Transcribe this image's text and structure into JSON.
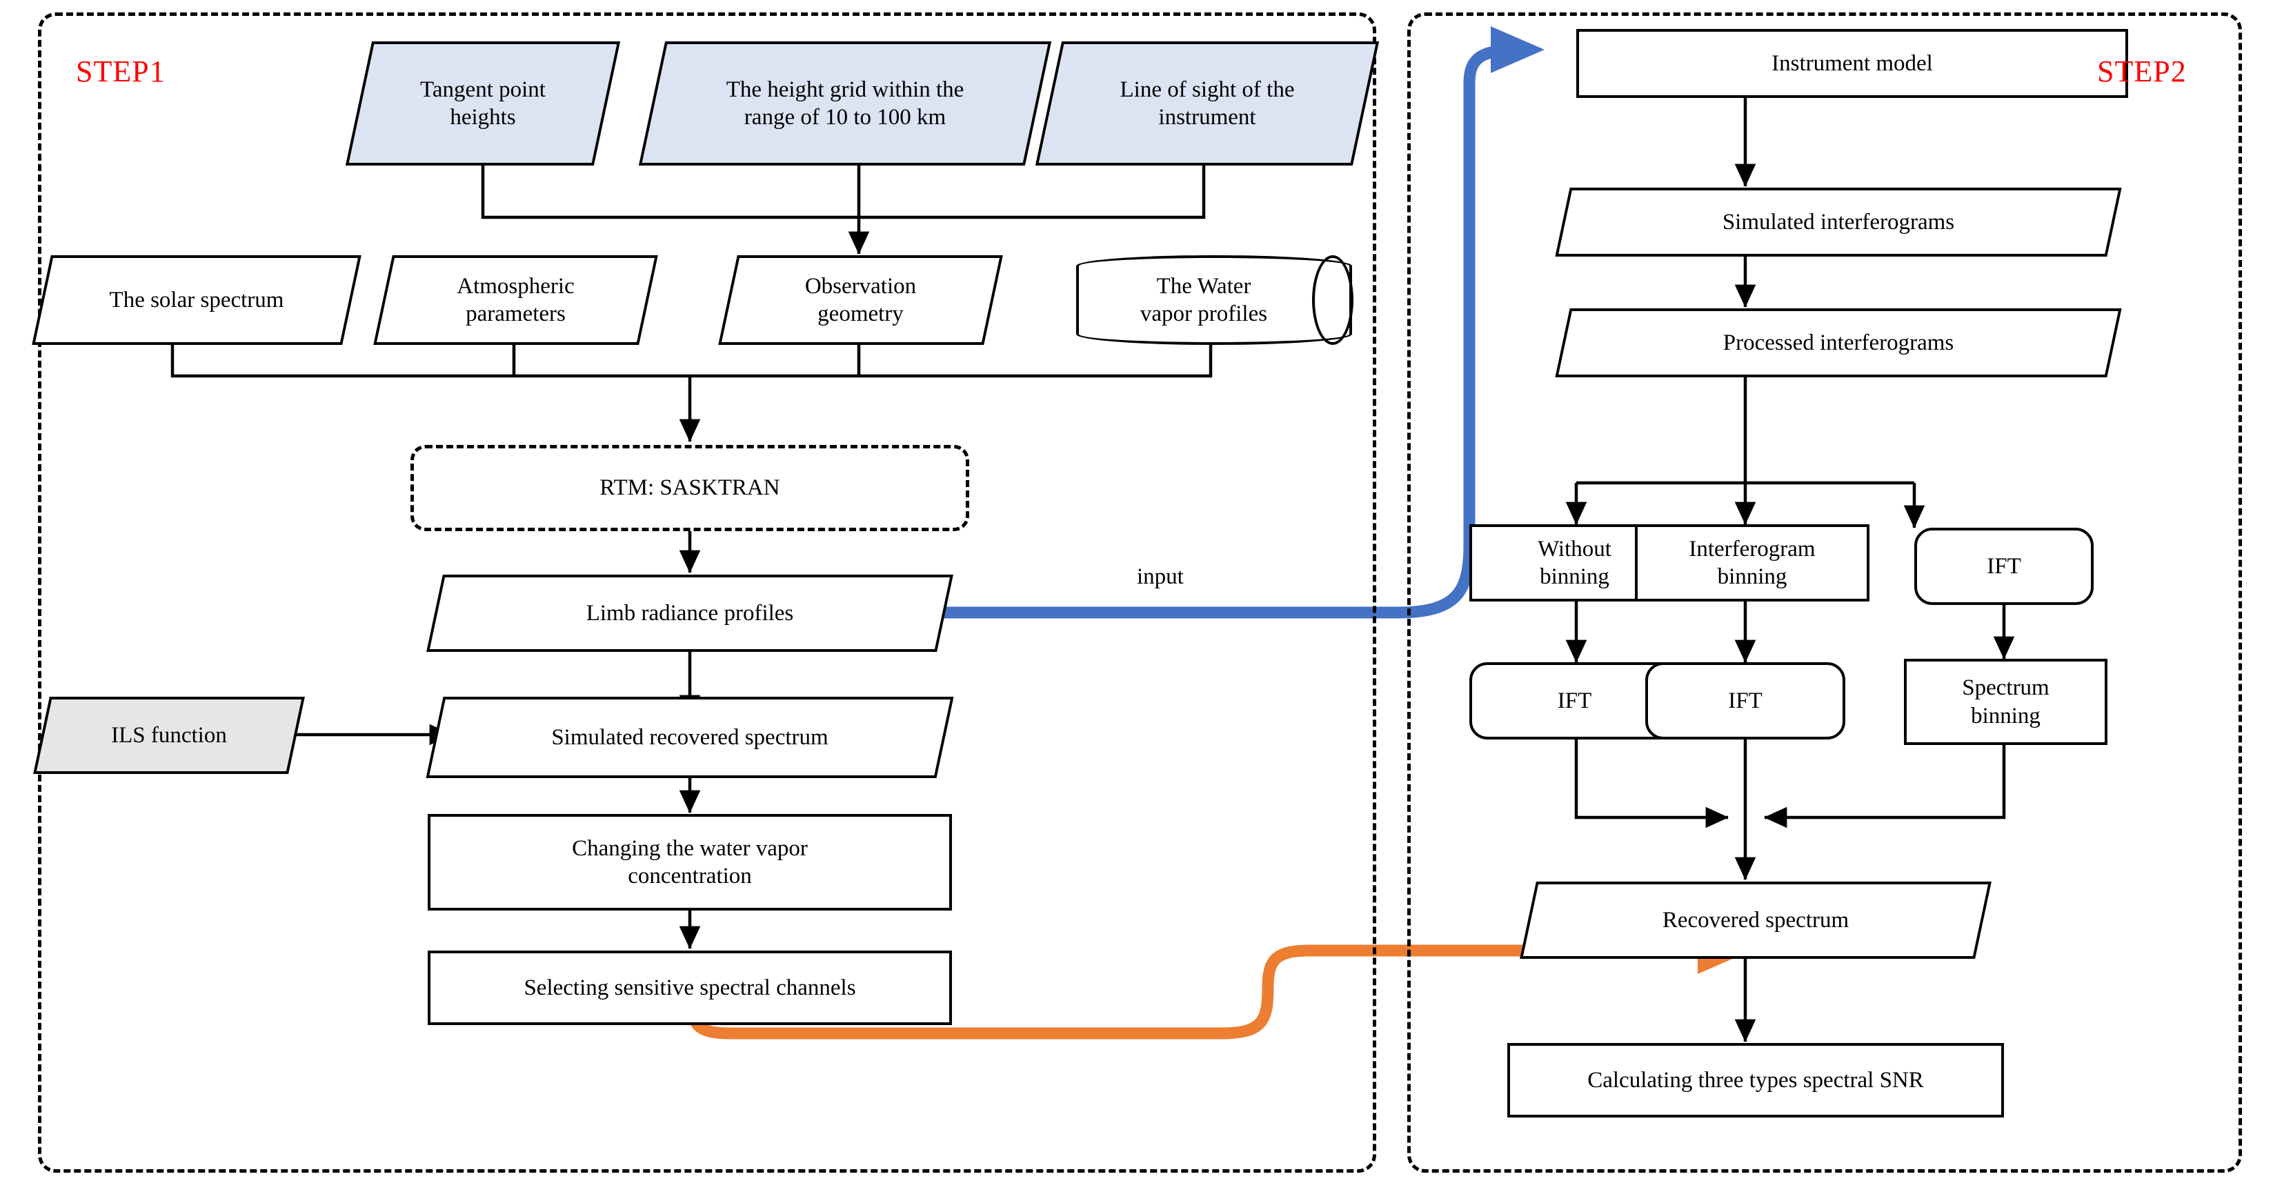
{
  "diagram": {
    "title": "Two-step water vapor limb sounding simulation workflow",
    "colors": {
      "accent_blue_arrow": "#4472c4",
      "accent_orange_arrow": "#ed7d31",
      "step_label_red": "#ff0000",
      "data_node_fill_blue": "#dce3f2",
      "ils_node_fill_gray": "#e6e6e6",
      "line_black": "#000000"
    },
    "steps": [
      {
        "id": "step1",
        "label": "STEP1"
      },
      {
        "id": "step2",
        "label": "STEP2"
      }
    ],
    "connector_labels": [
      {
        "id": "input-label",
        "text": "input"
      }
    ],
    "step1_nodes": [
      {
        "id": "tangent-point-heights",
        "shape": "parallelogram-blue",
        "text": "Tangent point\nheights"
      },
      {
        "id": "height-grid",
        "shape": "parallelogram-blue",
        "text": "The height grid within the\nrange of 10 to 100 km"
      },
      {
        "id": "line-of-sight",
        "shape": "parallelogram-blue",
        "text": "Line of sight of the\ninstrument"
      },
      {
        "id": "solar-spectrum",
        "shape": "parallelogram",
        "text": "The solar spectrum"
      },
      {
        "id": "atmospheric-parameters",
        "shape": "parallelogram",
        "text": "Atmospheric\nparameters"
      },
      {
        "id": "observation-geometry",
        "shape": "parallelogram",
        "text": "Observation\ngeometry"
      },
      {
        "id": "water-vapor-profiles",
        "shape": "cylinder",
        "text": "The Water\nvapor profiles"
      },
      {
        "id": "rtm-sasktran",
        "shape": "dashed-rounded",
        "text": "RTM: SASKTRAN"
      },
      {
        "id": "limb-radiance-profiles",
        "shape": "parallelogram",
        "text": "Limb radiance profiles"
      },
      {
        "id": "ils-function",
        "shape": "parallelogram-gray",
        "text": "ILS function"
      },
      {
        "id": "simulated-recovered-spectrum",
        "shape": "parallelogram",
        "text": "Simulated recovered spectrum"
      },
      {
        "id": "changing-water-vapor",
        "shape": "rectangle",
        "text": "Changing the water vapor\nconcentration"
      },
      {
        "id": "selecting-channels",
        "shape": "rectangle",
        "text": "Selecting sensitive spectral channels"
      }
    ],
    "step2_nodes": [
      {
        "id": "instrument-model",
        "shape": "rectangle",
        "text": "Instrument model"
      },
      {
        "id": "simulated-interferograms",
        "shape": "parallelogram",
        "text": "Simulated interferograms"
      },
      {
        "id": "processed-interferograms",
        "shape": "parallelogram",
        "text": "Processed interferograms"
      },
      {
        "id": "without-binning",
        "shape": "rectangle",
        "text": "Without\nbinning"
      },
      {
        "id": "interferogram-binning",
        "shape": "rectangle",
        "text": "Interferogram\nbinning"
      },
      {
        "id": "ift-right",
        "shape": "rounded",
        "text": "IFT"
      },
      {
        "id": "ift-left",
        "shape": "rounded",
        "text": "IFT"
      },
      {
        "id": "ift-middle",
        "shape": "rounded",
        "text": "IFT"
      },
      {
        "id": "spectrum-binning",
        "shape": "rectangle",
        "text": "Spectrum\nbinning"
      },
      {
        "id": "recovered-spectrum",
        "shape": "parallelogram",
        "text": "Recovered spectrum"
      },
      {
        "id": "calculating-snr",
        "shape": "rectangle",
        "text": "Calculating three types spectral SNR"
      }
    ]
  }
}
